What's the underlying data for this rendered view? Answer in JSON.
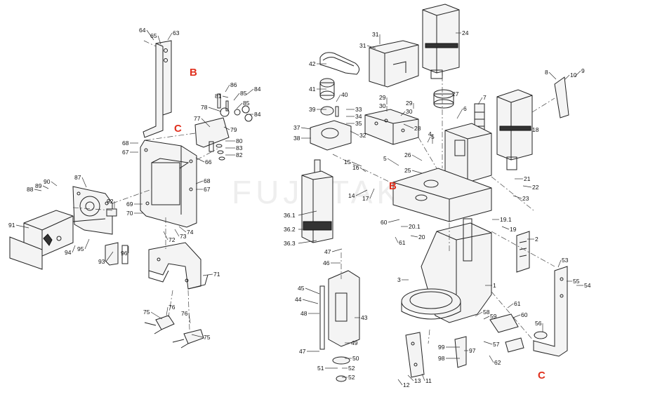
{
  "diagram": {
    "watermark": "FUJI TAKA",
    "reference_marks": [
      "B",
      "C",
      "C",
      "B"
    ],
    "part_numbers": [
      "64",
      "65",
      "63",
      "86",
      "81",
      "85",
      "84",
      "78",
      "85",
      "84",
      "77",
      "79",
      "80",
      "83",
      "82",
      "68",
      "67",
      "66",
      "68",
      "67",
      "87",
      "92",
      "88",
      "89",
      "90",
      "69",
      "70",
      "74",
      "72",
      "73",
      "91",
      "94",
      "95",
      "93",
      "96",
      "71",
      "75",
      "76",
      "76",
      "75",
      "42",
      "31",
      "31",
      "24",
      "41",
      "40",
      "29",
      "30",
      "29",
      "30",
      "27",
      "7",
      "39",
      "33",
      "34",
      "35",
      "37",
      "38",
      "32",
      "28",
      "5",
      "6",
      "18",
      "4",
      "26",
      "5",
      "25",
      "15",
      "16",
      "14",
      "17",
      "21",
      "22",
      "23",
      "8",
      "10",
      "9",
      "36.1",
      "36.2",
      "36.3",
      "60",
      "20.1",
      "20",
      "19.1",
      "19",
      "61",
      "2",
      "47",
      "46",
      "3",
      "53",
      "55",
      "54",
      "1",
      "45",
      "44",
      "48",
      "43",
      "61",
      "58",
      "59",
      "60",
      "56",
      "49",
      "47",
      "50",
      "51",
      "52",
      "52",
      "99",
      "98",
      "97",
      "57",
      "62",
      "11",
      "13",
      "12"
    ]
  }
}
